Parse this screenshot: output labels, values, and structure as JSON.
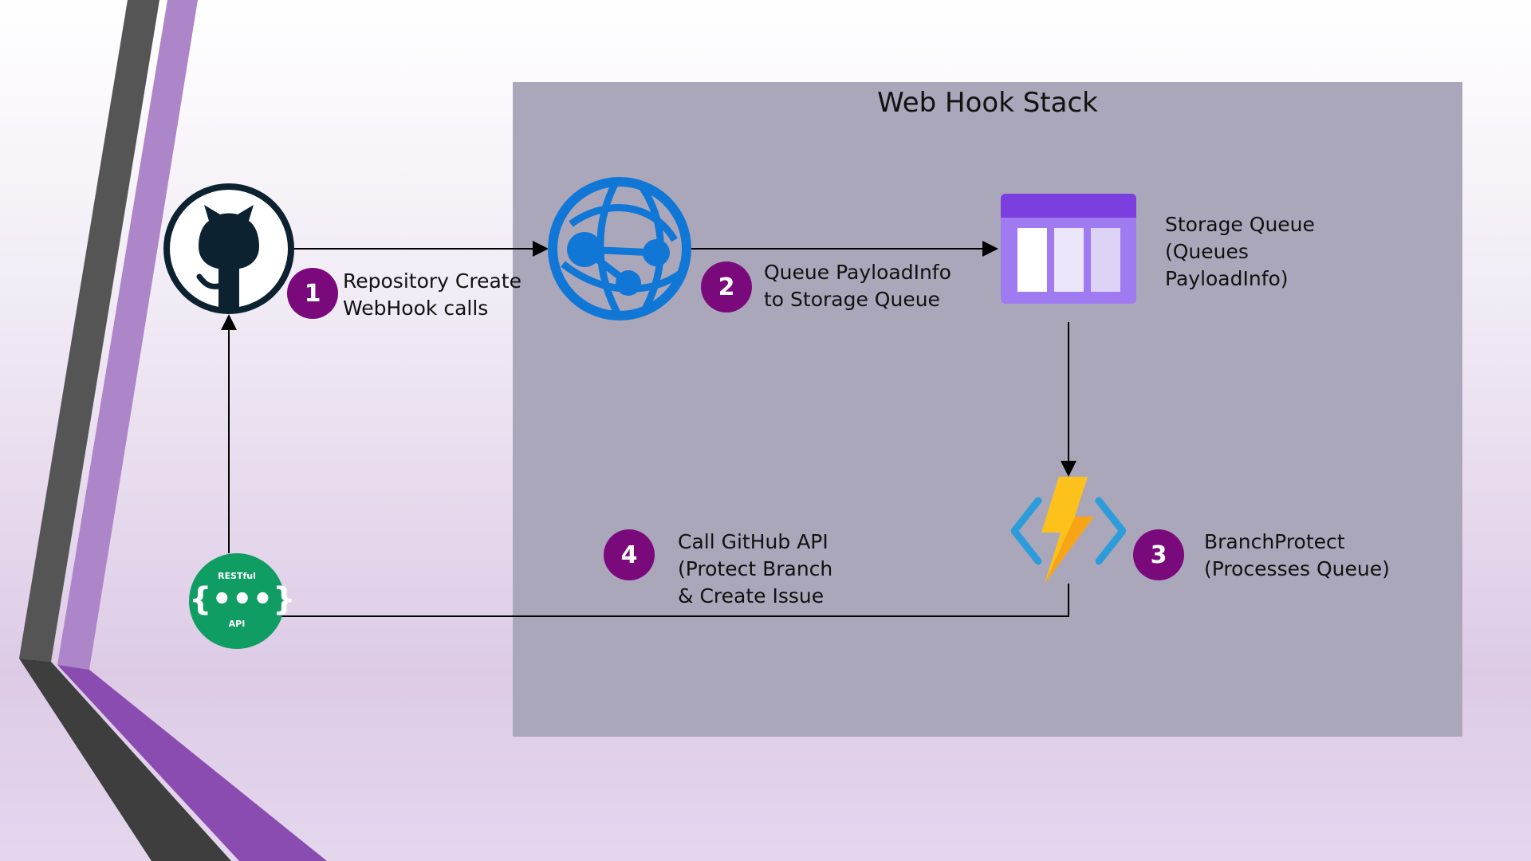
{
  "title": "Web Hook Stack",
  "steps": [
    {
      "number": "1",
      "line1": "Repository Create",
      "line2": "WebHook calls"
    },
    {
      "number": "2",
      "line1": "Queue PayloadInfo",
      "line2": "to Storage Queue"
    },
    {
      "number": "3",
      "line1": "BranchProtect",
      "line2": "(Processes Queue)"
    },
    {
      "number": "4",
      "line1": "Call GitHub API",
      "line2": "(Protect Branch",
      "line3": "& Create Issue"
    }
  ],
  "storage_queue": {
    "line1": "Storage Queue",
    "line2": "(Queues",
    "line3": "PayloadInfo)"
  },
  "api_icon": {
    "top": "RESTful",
    "bottom": "API"
  },
  "icons": {
    "github": "github-octocat-icon",
    "web_app": "web-app-globe-icon",
    "storage_queue": "storage-queue-icon",
    "function": "azure-function-icon",
    "api": "restful-api-icon"
  },
  "colors": {
    "stack_box": "#aaa7bb",
    "badge": "#7a0a7c",
    "github": "#0d2230",
    "web_app": "#1177d6",
    "queue_header": "#7b3fe0",
    "queue_body": "#a07af0",
    "function_bolt": "#fcc21b",
    "function_brackets": "#2d9cdb",
    "api_green": "#0f9d63",
    "accent_purple": "#8a4cb0",
    "accent_gray": "#4a4a4a"
  }
}
